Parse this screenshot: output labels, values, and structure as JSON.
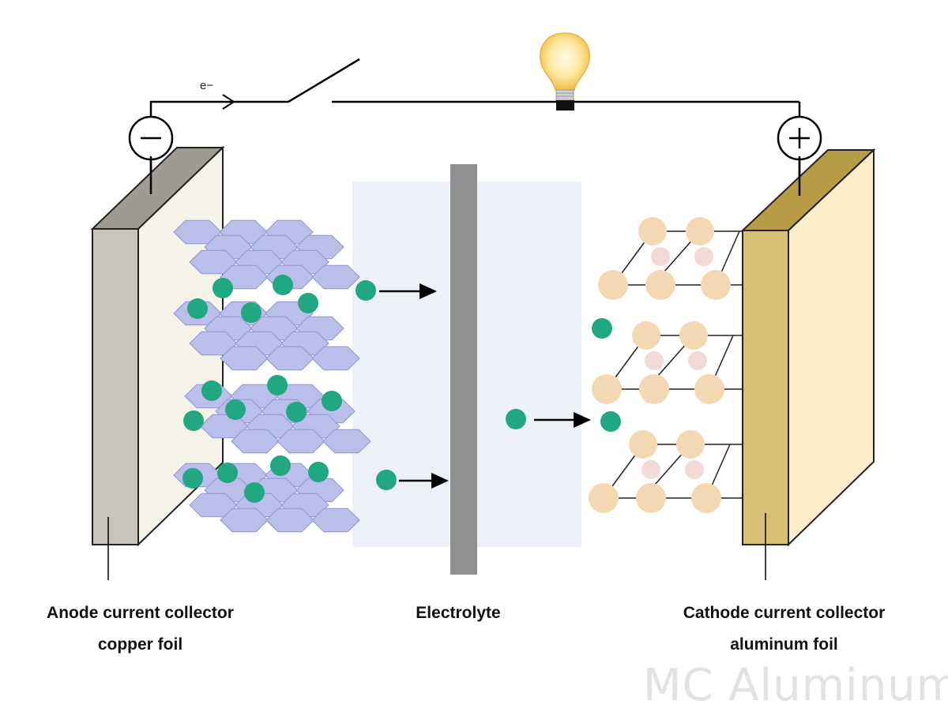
{
  "circuit": {
    "electron_label": "e−",
    "negative_symbol": "−",
    "positive_symbol": "+"
  },
  "labels": {
    "anode": {
      "line1": "Anode current collector",
      "line2": "copper foil"
    },
    "electrolyte": "Electrolyte",
    "cathode": {
      "line1": "Cathode current collector",
      "line2": "aluminum foil"
    }
  },
  "watermark": "MC Aluminum",
  "colors": {
    "anode_front": "#c8c4bc",
    "anode_side": "#f5f2e9",
    "cathode_front": "#d7c074",
    "cathode_side": "#fbeccc",
    "graphite": "#b9bfe8",
    "lithium_ion": "#22a783",
    "cathode_atom": "#f3d9b3",
    "cathode_atom_small": "#f1d9d6",
    "electrolyte": "#ecf1f8",
    "separator": "#909090"
  }
}
